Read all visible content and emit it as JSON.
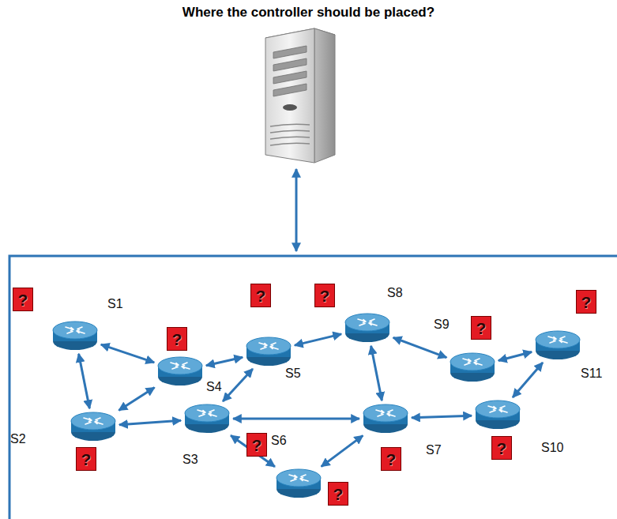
{
  "diagram": {
    "title": "Where the controller should be placed?",
    "nodes": [
      {
        "text": [
          "S1"
        ]
      },
      {
        "text": [
          "S2"
        ]
      },
      {
        "text": [
          "S3"
        ]
      },
      {
        "text": [
          "S4"
        ]
      },
      {
        "text": [
          "S5"
        ]
      },
      {
        "text": [
          "S6"
        ]
      },
      {
        "text": [
          "S7"
        ]
      },
      {
        "text": [
          "S8"
        ]
      },
      {
        "text": [
          "S9"
        ]
      },
      {
        "text": [
          "S10"
        ]
      },
      {
        "text": [
          "S11"
        ]
      },
      {
        "text": [
          "?"
        ]
      },
      {
        "text": [
          "?"
        ]
      },
      {
        "text": [
          "?"
        ]
      },
      {
        "text": [
          "?"
        ]
      },
      {
        "text": [
          "?"
        ]
      },
      {
        "text": [
          "?"
        ]
      },
      {
        "text": [
          "?"
        ]
      },
      {
        "text": [
          "?"
        ]
      },
      {
        "text": [
          "?"
        ]
      },
      {
        "text": [
          "?"
        ]
      },
      {
        "text": [
          "?"
        ]
      }
    ],
    "edges": [
      {
        "from": 0,
        "to": 3,
        "arrow": "both"
      },
      {
        "from": 0,
        "to": 1,
        "arrow": "both"
      },
      {
        "from": 1,
        "to": 3,
        "arrow": "both"
      },
      {
        "from": 1,
        "to": 2,
        "arrow": "both"
      },
      {
        "from": 3,
        "to": 4,
        "arrow": "both"
      },
      {
        "from": 2,
        "to": 4,
        "arrow": "both"
      },
      {
        "from": 4,
        "to": 7,
        "arrow": "both"
      },
      {
        "from": 2,
        "to": 6,
        "arrow": "both"
      },
      {
        "from": 2,
        "to": 5,
        "arrow": "both"
      },
      {
        "from": 5,
        "to": 6,
        "arrow": "both"
      },
      {
        "from": 7,
        "to": 6,
        "arrow": "both"
      },
      {
        "from": 7,
        "to": 8,
        "arrow": "both"
      },
      {
        "from": 8,
        "to": 10,
        "arrow": "both"
      },
      {
        "from": 6,
        "to": 9,
        "arrow": "both"
      },
      {
        "from": 9,
        "to": 10,
        "arrow": "both"
      }
    ]
  }
}
